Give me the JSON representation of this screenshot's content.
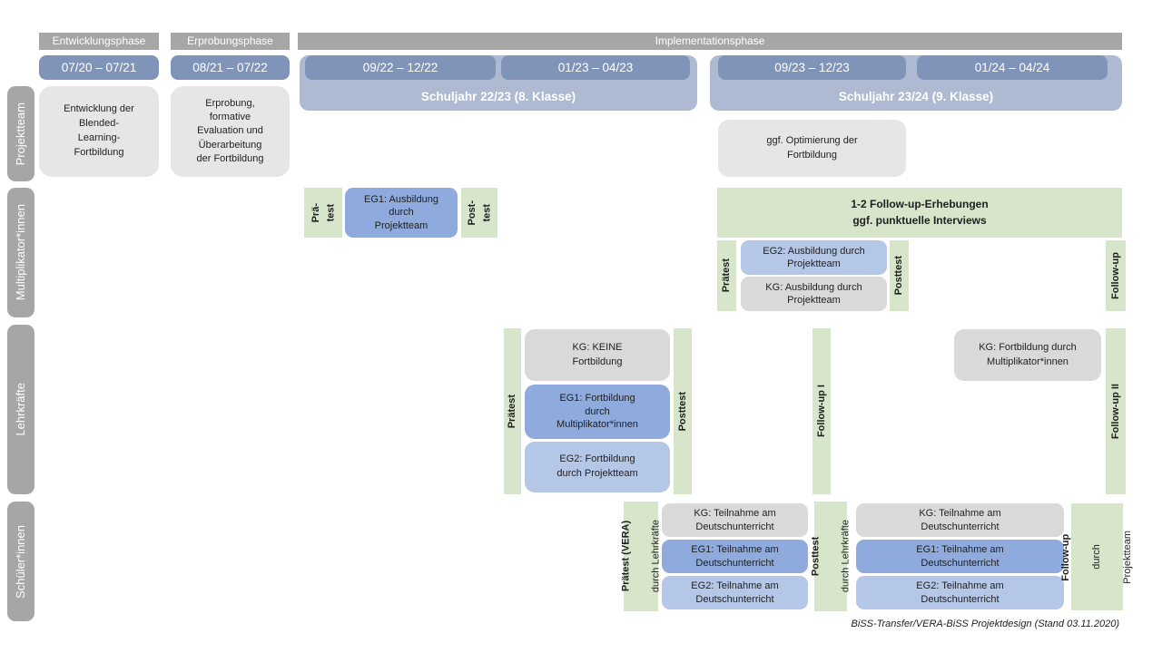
{
  "title_note": "BiSS-Transfer/VERA-BiSS Projektdesign (Stand 03.11.2020)",
  "colors": {
    "phase_bar": "#a6a6a6",
    "date_bar": "#8094ba",
    "schuljahr_bar": "#adbad2",
    "row_label_bar": "#a6a6a6",
    "projektteam_box": "#e7e6e6",
    "kg_box": "#d9d9d9",
    "eg1_box": "#8faadc",
    "eg2_box": "#b4c7e7",
    "green_box": "#d7e6cb"
  },
  "phases": {
    "entwicklung": "Entwicklungsphase",
    "erprobung": "Erprobungsphase",
    "implementation": "Implementationsphase"
  },
  "dates": [
    "07/20 – 07/21",
    "08/21 – 07/22",
    "09/22 – 12/22",
    "01/23 – 04/23",
    "09/23 – 12/23",
    "01/24 – 04/24"
  ],
  "schuljahr": {
    "y1": "Schuljahr 22/23 (8. Klasse)",
    "y2": "Schuljahr 23/24 (9. Klasse)"
  },
  "rows": {
    "projektteam": "Projektteam",
    "multiplikatoren": "Multiplikator*innen",
    "lehrkraefte": "Lehrkräfte",
    "schueler": "Schüler*innen"
  },
  "projektteam_row": {
    "entwicklung_box": "Entwicklung der\nBlended-\nLearning-\nFortbildung",
    "erprobung_box": "Erprobung,\nformative\nEvaluation und\nÜberarbeitung\nder Fortbildung",
    "optimierung_box": "ggf. Optimierung der\nFortbildung"
  },
  "multiplikator_row": {
    "praetest_v": "Prä-\ntest",
    "eg1_box": "EG1: Ausbildung\ndurch\nProjektteam",
    "posttest_v": "Post-\ntest",
    "followup_box": "1-2 Follow-up-Erhebungen\nggf. punktuelle Interviews",
    "praetest2_v": "Prätest",
    "eg2_box": "EG2: Ausbildung durch\nProjektteam",
    "kg_box": "KG: Ausbildung durch\nProjektteam",
    "posttest2_v": "Posttest",
    "followup_v": "Follow-up"
  },
  "lehrkraefte_row": {
    "praetest_v": "Prätest",
    "kg_box": "KG: KEINE\nFortbildung",
    "eg1_box": "EG1: Fortbildung\ndurch\nMultiplikator*innen",
    "eg2_box": "EG2: Fortbildung\ndurch Projektteam",
    "posttest_v": "Posttest",
    "followup1_v": "Follow-up I",
    "kg2_box": "KG: Fortbildung durch\nMultiplikator*innen",
    "followup2_v": "Follow-up II"
  },
  "schueler_row": {
    "praetest_line1": "Prätest (VERA)",
    "praetest_line2": "durch Lehrkräfte",
    "kg_box1": "KG: Teilnahme am\nDeutschunterricht",
    "eg1_box1": "EG1: Teilnahme am\nDeutschunterricht",
    "eg2_box1": "EG2: Teilnahme am\nDeutschunterricht",
    "posttest_line1": "Posttest",
    "posttest_line2": "durch Lehrkräfte",
    "kg_box2": "KG: Teilnahme am\nDeutschunterricht",
    "eg1_box2": "EG1: Teilnahme am\nDeutschunterricht",
    "eg2_box2": "EG2: Teilnahme am\nDeutschunterricht",
    "followup_line1": "Follow-up",
    "followup_line2": "durch",
    "followup_line3": "Projektteam"
  }
}
